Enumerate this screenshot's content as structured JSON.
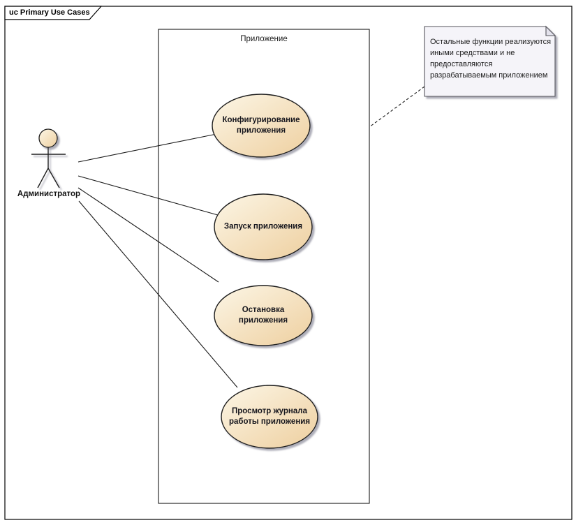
{
  "frame": {
    "title": "uc Primary Use Cases"
  },
  "boundary": {
    "label": "Приложение"
  },
  "actor": {
    "label": "Администратор"
  },
  "use_cases": [
    {
      "label": "Конфигурирование\nприложения"
    },
    {
      "label": "Запуск приложения"
    },
    {
      "label": "Остановка\nприложения"
    },
    {
      "label": "Просмотр журнала\nработы приложения"
    }
  ],
  "note": {
    "text": "Остальные функции реализуются\nиными средствами и не\nпредоставляются\nразрабатываемым приложением"
  },
  "colors": {
    "shape_fill_light": "#fcf6e6",
    "shape_fill_dark": "#eecf9f",
    "shape_border": "#1c1c1c",
    "note_fill": "#f5f4f9",
    "note_fold": "#e3e2ec",
    "note_border": "#55555c",
    "shadow": "#a6a6b1",
    "line": "#1a1a1a"
  }
}
